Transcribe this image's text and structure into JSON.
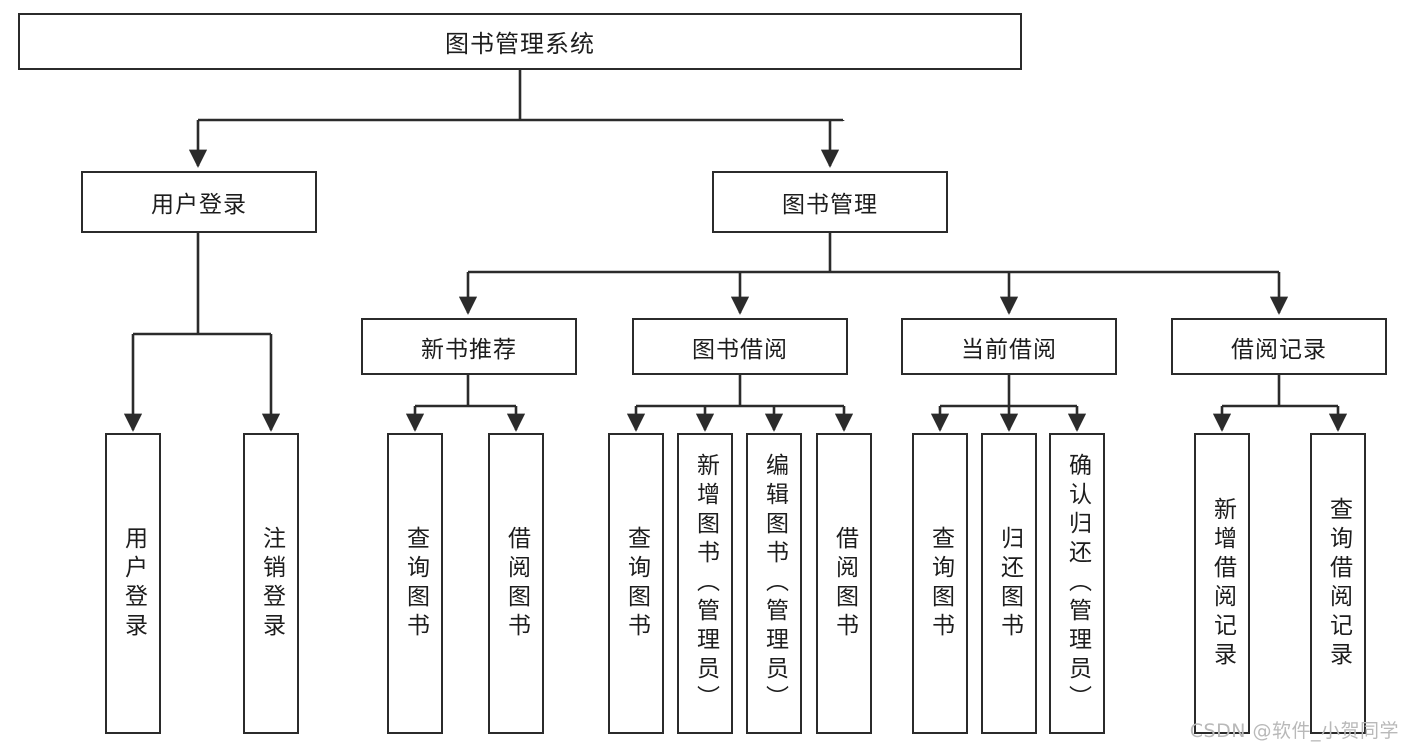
{
  "diagram": {
    "type": "tree-hierarchy",
    "title": "图书管理系统",
    "watermark": "CSDN @软件_小贺同学",
    "colors": {
      "background": "#ffffff",
      "stroke": "#2b2b2b",
      "node_fill": "#ffffff",
      "text": "#1d1d1d",
      "watermark": "#b9b9b9"
    },
    "root": {
      "label": "图书管理系统"
    },
    "level2": [
      {
        "id": "user-login",
        "label": "用户登录"
      },
      {
        "id": "book-manage",
        "label": "图书管理"
      }
    ],
    "level3": [
      {
        "id": "new-book-rec",
        "label": "新书推荐"
      },
      {
        "id": "book-borrow",
        "label": "图书借阅"
      },
      {
        "id": "current-borrow",
        "label": "当前借阅"
      },
      {
        "id": "borrow-record",
        "label": "借阅记录"
      }
    ],
    "leaves": {
      "user_login": [
        {
          "id": "leaf-user-login",
          "label": "用户登录"
        },
        {
          "id": "leaf-logout-login",
          "label": "注销登录"
        }
      ],
      "new_book_rec": [
        {
          "id": "leaf-query-book-1",
          "label": "查询图书"
        },
        {
          "id": "leaf-borrow-book-1",
          "label": "借阅图书"
        }
      ],
      "book_borrow": [
        {
          "id": "leaf-query-book-2",
          "label": "查询图书"
        },
        {
          "id": "leaf-add-book",
          "label": "新增图书（管理员）"
        },
        {
          "id": "leaf-edit-book",
          "label": "编辑图书（管理员）"
        },
        {
          "id": "leaf-borrow-book-2",
          "label": "借阅图书"
        }
      ],
      "current_borrow": [
        {
          "id": "leaf-query-book-3",
          "label": "查询图书"
        },
        {
          "id": "leaf-return-book",
          "label": "归还图书"
        },
        {
          "id": "leaf-confirm-return",
          "label": "确认归还（管理员）"
        }
      ],
      "borrow_record": [
        {
          "id": "leaf-add-record",
          "label": "新增借阅记录"
        },
        {
          "id": "leaf-query-record",
          "label": "查询借阅记录"
        }
      ]
    }
  }
}
